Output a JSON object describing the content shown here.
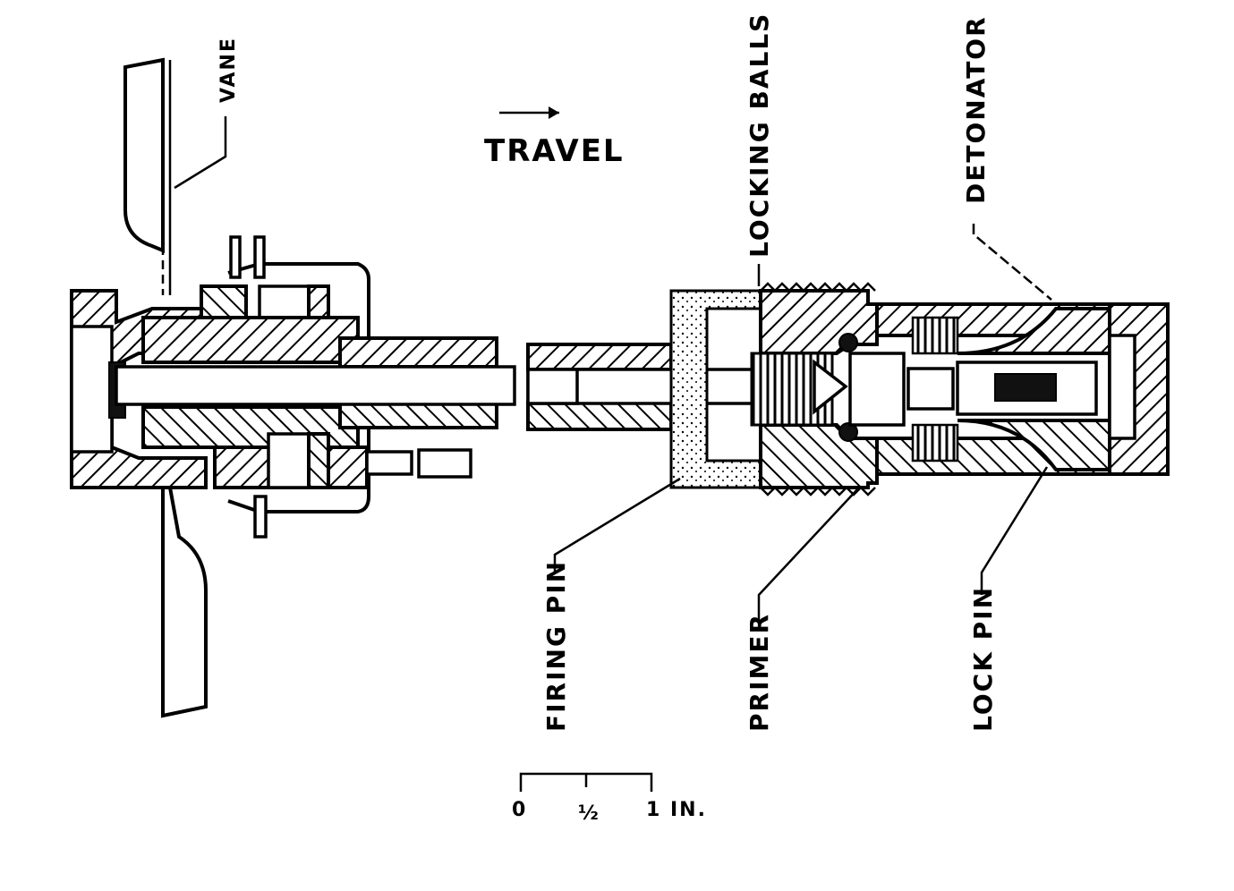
{
  "labels": {
    "vane": "VANE",
    "travel": "TRAVEL",
    "locking_balls": "LOCKING BALLS",
    "detonator": "DETONATOR",
    "firing_pin": "FIRING PIN",
    "primer": "PRIMER",
    "lock_pin": "LOCK PIN"
  },
  "scale": {
    "tick_0": "0",
    "tick_half": "½",
    "tick_1": "1 IN."
  },
  "colors": {
    "ink": "#000000",
    "paper": "#ffffff"
  }
}
